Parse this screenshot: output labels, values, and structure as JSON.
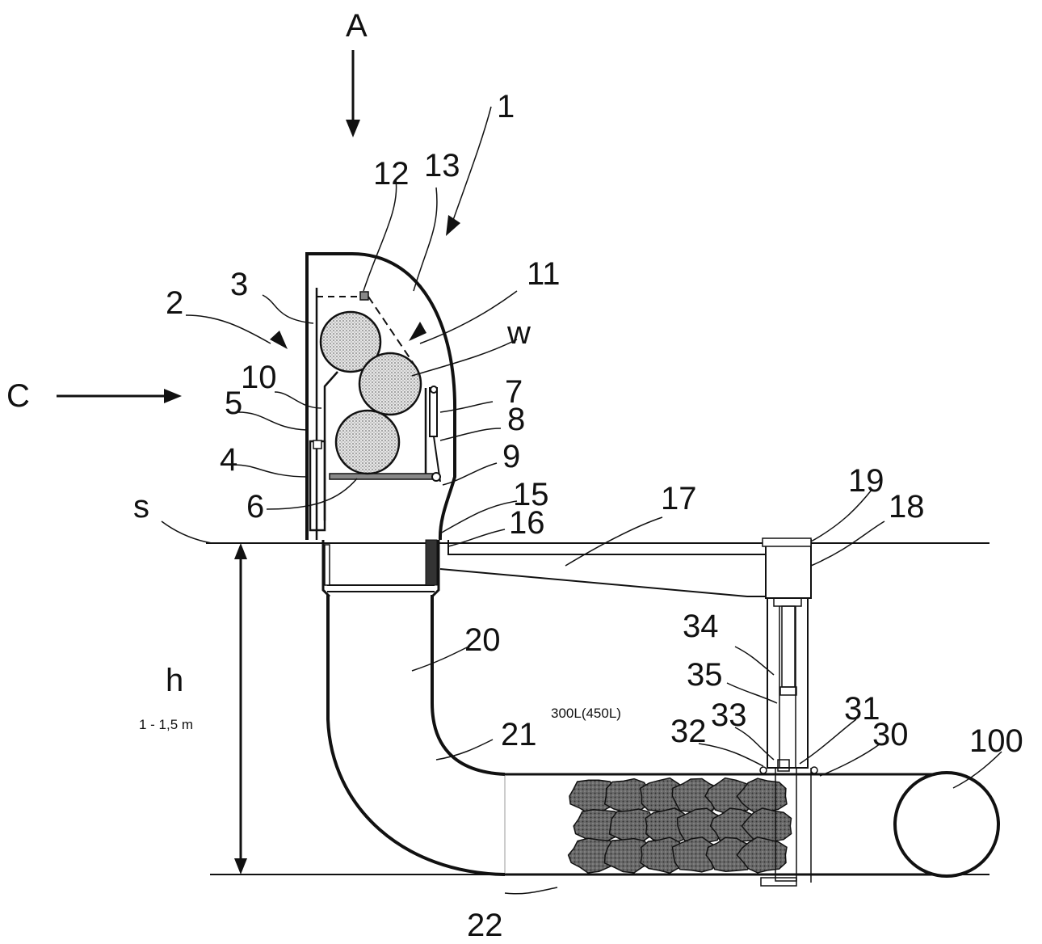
{
  "labels": {
    "A": "A",
    "C": "C",
    "n1": "1",
    "n2": "2",
    "n3": "3",
    "n4": "4",
    "n5": "5",
    "n6": "6",
    "n7": "7",
    "n8": "8",
    "n9": "9",
    "n10": "10",
    "n11": "11",
    "n12": "12",
    "n13": "13",
    "n15": "15",
    "n16": "16",
    "n17": "17",
    "n18": "18",
    "n19": "19",
    "n20": "20",
    "n21": "21",
    "n22": "22",
    "n30": "30",
    "n31": "31",
    "n32": "32",
    "n33": "33",
    "n34": "34",
    "n35": "35",
    "n100": "100",
    "w": "w",
    "s": "s",
    "h": "h",
    "height_range": "1 - 1,5 m",
    "volume": "300L(450L)"
  },
  "colors": {
    "line": "#111111",
    "ball_fill": "#cfcfcf",
    "bag_fill": "#6e6e6e",
    "background": "#ffffff"
  }
}
